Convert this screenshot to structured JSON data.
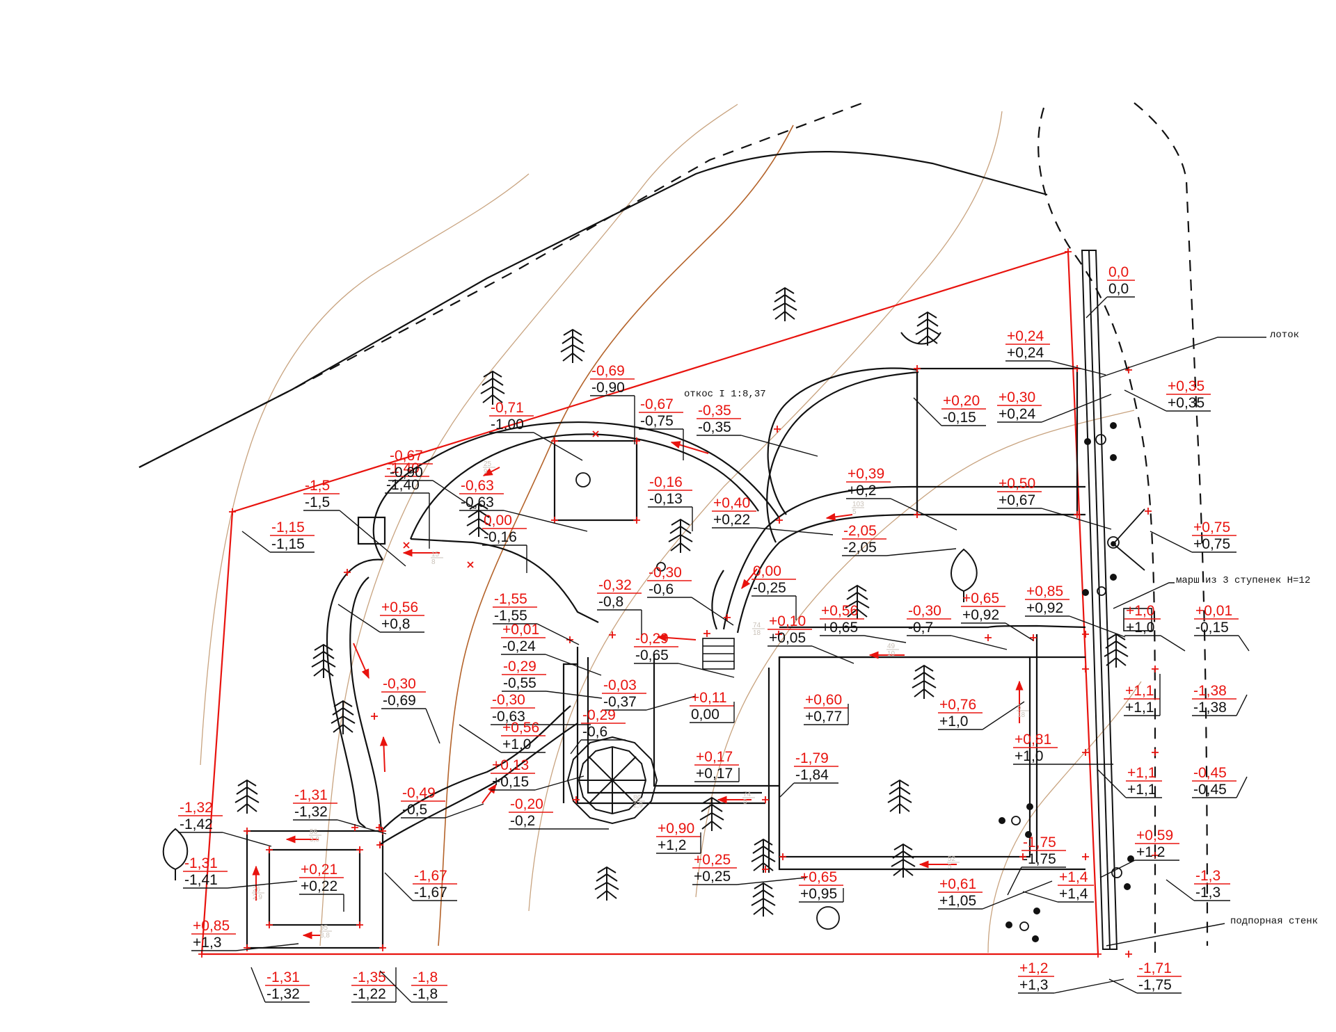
{
  "colors": {
    "design": "#e8130e",
    "existing": "#111111",
    "contour": "#c8a37f",
    "stream": "#b4632a",
    "faint": "#c9c1b8"
  },
  "notes": {
    "slope": "откос I 1:8,37",
    "tray": "лоток",
    "stairs": "марш из 3 ступенек Н=12",
    "wall": "подпорная стенк"
  },
  "labels": [
    {
      "d": "0,0",
      "e": "0,0"
    },
    {
      "d": "+0,24",
      "e": "+0,24"
    },
    {
      "d": "+0,35",
      "e": "+0,35"
    },
    {
      "d": "+0,20",
      "e": "-0,15"
    },
    {
      "d": "+0,30",
      "e": "+0,24"
    },
    {
      "d": "-0,69",
      "e": "-0,90"
    },
    {
      "d": "-0,71",
      "e": "-1,00"
    },
    {
      "d": "-0,67",
      "e": "-0,75"
    },
    {
      "d": "-0,35",
      "e": "-0,35"
    },
    {
      "d": "+0,39",
      "e": "+0,2"
    },
    {
      "d": "+0,50",
      "e": "+0,67"
    },
    {
      "d": "+0,75",
      "e": "+0,75"
    },
    {
      "d": "-1,40",
      "e": "-1,40"
    },
    {
      "d": "-1,5",
      "e": "-1,5"
    },
    {
      "d": "-0,67",
      "e": "-0,90"
    },
    {
      "d": "-0,63",
      "e": "-0,63"
    },
    {
      "d": "-0,16",
      "e": "-0,13"
    },
    {
      "d": "+0,40",
      "e": "+0,22"
    },
    {
      "d": "-2,05",
      "e": "-2,05"
    },
    {
      "d": "-1,15",
      "e": "-1,15"
    },
    {
      "d": "0,00",
      "e": "-0,16"
    },
    {
      "d": "0,00",
      "e": "-0,25"
    },
    {
      "d": "-0,30",
      "e": "-0,6"
    },
    {
      "d": "-0,32",
      "e": "-0,8"
    },
    {
      "d": "-1,55",
      "e": "-1,55"
    },
    {
      "d": "+0,56",
      "e": "+0,8"
    },
    {
      "d": "+0,65",
      "e": "+0,92"
    },
    {
      "d": "+0,85",
      "e": "+0,92"
    },
    {
      "d": "+1,0",
      "e": "+1,0"
    },
    {
      "d": "+0,01",
      "e": "-0,15"
    },
    {
      "d": "+0,10",
      "e": "+0,05"
    },
    {
      "d": "+0,56",
      "e": "+0,65"
    },
    {
      "d": "-0,30",
      "e": "-0,7"
    },
    {
      "d": "+0,01",
      "e": "-0,24"
    },
    {
      "d": "-0,29",
      "e": "-0,65"
    },
    {
      "d": "-0,29",
      "e": "-0,55"
    },
    {
      "d": "-0,03",
      "e": "-0,37"
    },
    {
      "d": "+0,11",
      "e": "0,00"
    },
    {
      "d": "+0,60",
      "e": "+0,77"
    },
    {
      "d": "+0,76",
      "e": "+1,0"
    },
    {
      "d": "+1,1",
      "e": "+1,1"
    },
    {
      "d": "-1,38",
      "e": "-1,38"
    },
    {
      "d": "-0,30",
      "e": "-0,69"
    },
    {
      "d": "-0,30",
      "e": "-0,63"
    },
    {
      "d": "-0,29",
      "e": "-0,6"
    },
    {
      "d": "+0,56",
      "e": "+1,0"
    },
    {
      "d": "+0,81",
      "e": "+1,0"
    },
    {
      "d": "+1,1",
      "e": "+1,1"
    },
    {
      "d": "-0,45",
      "e": "-0,45"
    },
    {
      "d": "+0,13",
      "e": "+0,15"
    },
    {
      "d": "+0,17",
      "e": "+0,17"
    },
    {
      "d": "-1,79",
      "e": "-1,84"
    },
    {
      "d": "-1,32",
      "e": "-1,42"
    },
    {
      "d": "-1,31",
      "e": "-1,32"
    },
    {
      "d": "-0,49",
      "e": "-0,5"
    },
    {
      "d": "-0,20",
      "e": "-0,2"
    },
    {
      "d": "+0,90",
      "e": "+1,2"
    },
    {
      "d": "+0,59",
      "e": "+1,2"
    },
    {
      "d": "-1,75",
      "e": "-1,75"
    },
    {
      "d": "-1,31",
      "e": "-1,41"
    },
    {
      "d": "+0,21",
      "e": "+0,22"
    },
    {
      "d": "+0,25",
      "e": "+0,25"
    },
    {
      "d": "+0,65",
      "e": "+0,95"
    },
    {
      "d": "+0,61",
      "e": "+1,05"
    },
    {
      "d": "+1,4",
      "e": "+1,4"
    },
    {
      "d": "-1,3",
      "e": "-1,3"
    },
    {
      "d": "-1,67",
      "e": "-1,67"
    },
    {
      "d": "+0,85",
      "e": "+1,3"
    },
    {
      "d": "+1,2",
      "e": "+1,3"
    },
    {
      "d": "-1,71",
      "e": "-1,75"
    },
    {
      "d": "-1,31",
      "e": "-1,32"
    },
    {
      "d": "-1,35",
      "e": "-1,22"
    },
    {
      "d": "-1,8",
      "e": "-1,8"
    }
  ],
  "slope_marks": [
    {
      "top": "49",
      "bottom": "10"
    },
    {
      "top": "103",
      "bottom": "5"
    },
    {
      "top": "56",
      "bottom": "3,8"
    },
    {
      "top": "95",
      "bottom": "3,8"
    },
    {
      "top": "86",
      "bottom": "2,9"
    },
    {
      "top": "74",
      "bottom": "5"
    },
    {
      "top": "25",
      "bottom": "9"
    },
    {
      "top": "15",
      "bottom": "8"
    },
    {
      "top": "74",
      "bottom": "18"
    },
    {
      "top": "26",
      "bottom": "2,9"
    },
    {
      "top": "6",
      "bottom": "18"
    },
    {
      "top": "52",
      "bottom": "5"
    }
  ]
}
